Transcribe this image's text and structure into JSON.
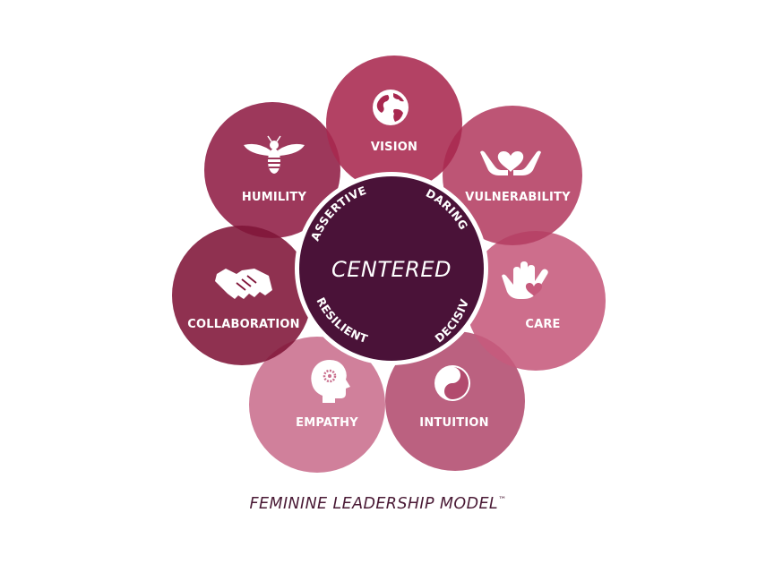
{
  "diagram": {
    "center": {
      "label": "CENTERED",
      "ring_words": [
        "ASSERTIVE",
        "DARING",
        "DECISIVE",
        "RESILIENT"
      ]
    },
    "petals": [
      {
        "label": "VISION",
        "icon": "globe-icon",
        "color": "#a8284f"
      },
      {
        "label": "VULNERABILITY",
        "icon": "hands-heart-icon",
        "color": "#b43d62"
      },
      {
        "label": "CARE",
        "icon": "open-hand-heart-icon",
        "color": "#c65a7c"
      },
      {
        "label": "INTUITION",
        "icon": "yin-yang-icon",
        "color": "#b24b6e"
      },
      {
        "label": "EMPATHY",
        "icon": "head-gears-icon",
        "color": "#c96e8d"
      },
      {
        "label": "COLLABORATION",
        "icon": "handshake-icon",
        "color": "#7f1438"
      },
      {
        "label": "HUMILITY",
        "icon": "bee-icon",
        "color": "#901c44"
      }
    ],
    "caption": "FEMININE LEADERSHIP MODEL",
    "caption_mark": "™"
  }
}
